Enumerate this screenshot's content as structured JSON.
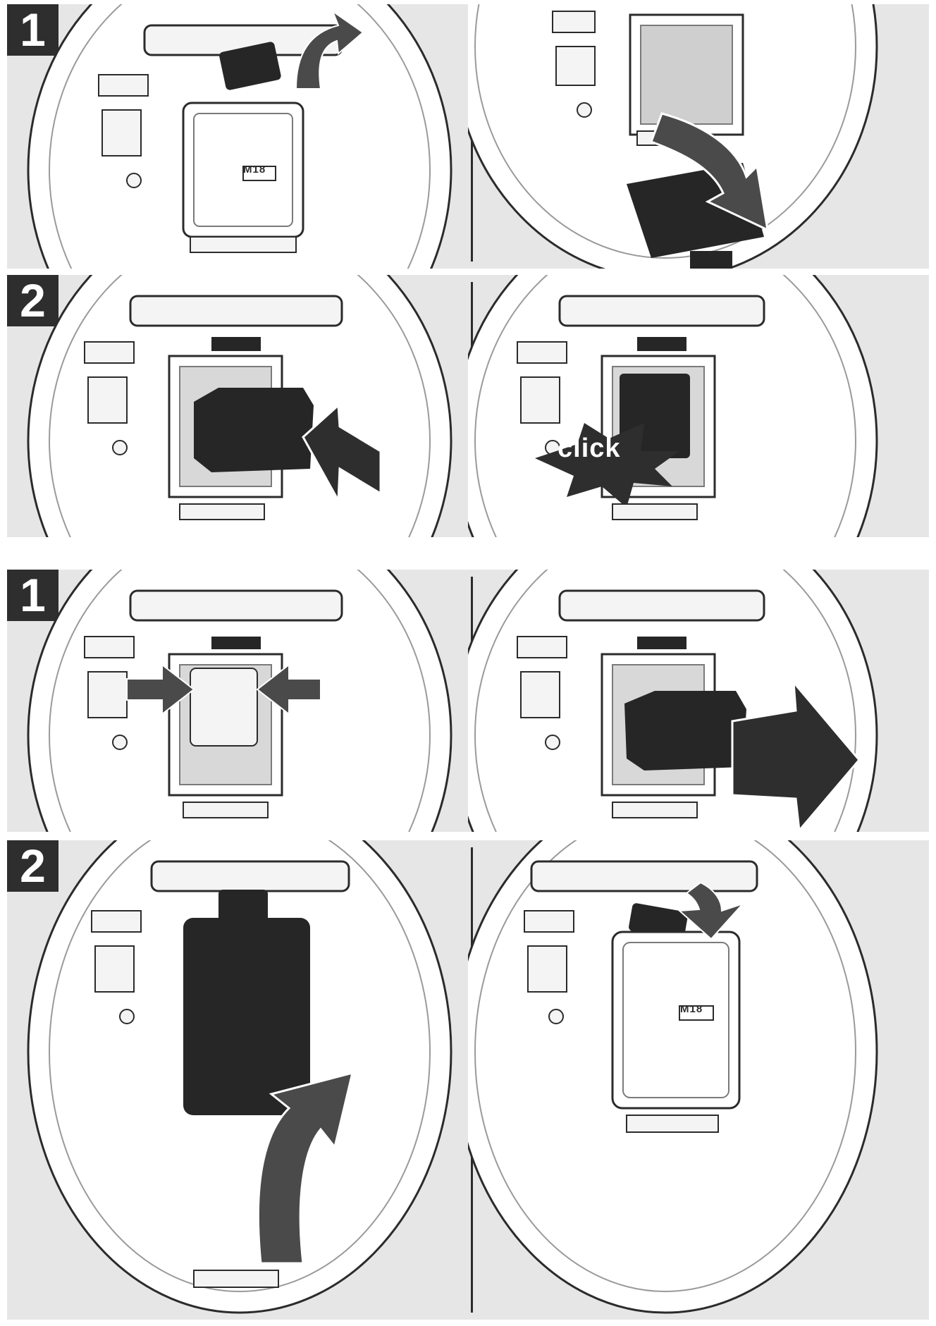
{
  "figure": {
    "step_numbers": {
      "insert_open_cover": "1",
      "insert_battery": "2",
      "remove_battery": "1",
      "close_cover": "2"
    },
    "click_label": "click",
    "cover_logo": "M18",
    "colors": {
      "background": "#e6e6e6",
      "dark_part": "#262626",
      "arrow": "#4a4a4a",
      "outline": "#2b2b2b"
    }
  }
}
